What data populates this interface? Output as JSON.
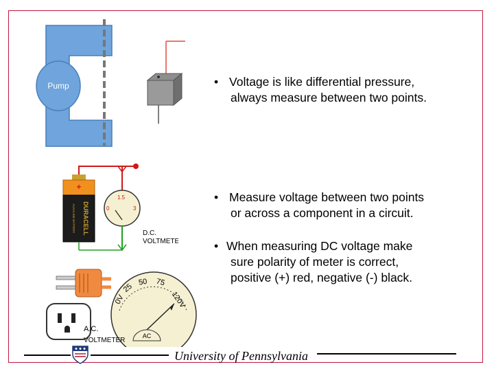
{
  "slide": {
    "bullets": [
      {
        "marker": "•",
        "line1": "Voltage is like differential pressure,",
        "line2": "always measure between two points."
      },
      {
        "marker": "•",
        "line1": "Measure voltage between two points",
        "line2": "or across a component in a circuit."
      },
      {
        "marker": "•",
        "line1": "When measuring DC voltage make",
        "line2": "sure polarity of meter is correct,",
        "line3": "positive (+)  red, negative (-) black."
      }
    ],
    "footer": "University of Pennsylvania"
  },
  "figures": {
    "pump_label": "Pump",
    "battery": {
      "plus_sign": "+",
      "brand": "DURACELL",
      "subtext": "ALKALINE BATTERY"
    },
    "dc_meter": {
      "ticks": [
        "0",
        "1.5",
        "3"
      ],
      "caption_line1": "D.C.",
      "caption_line2": "VOLTMETER"
    },
    "ac_meter": {
      "ticks": [
        "0V",
        "25",
        "50",
        "75",
        "120V"
      ],
      "label": "AC",
      "caption_line1": "A.C.",
      "caption_line2": "VOLTMETER"
    }
  },
  "colors": {
    "frame": "#c0143c",
    "pump_blue": "#6fa4dc",
    "battery_orange": "#f0911e",
    "probe_red": "#d01818",
    "probe_green": "#20a020",
    "meter_face": "#f5f0d2",
    "plug_orange": "#f08a40"
  }
}
